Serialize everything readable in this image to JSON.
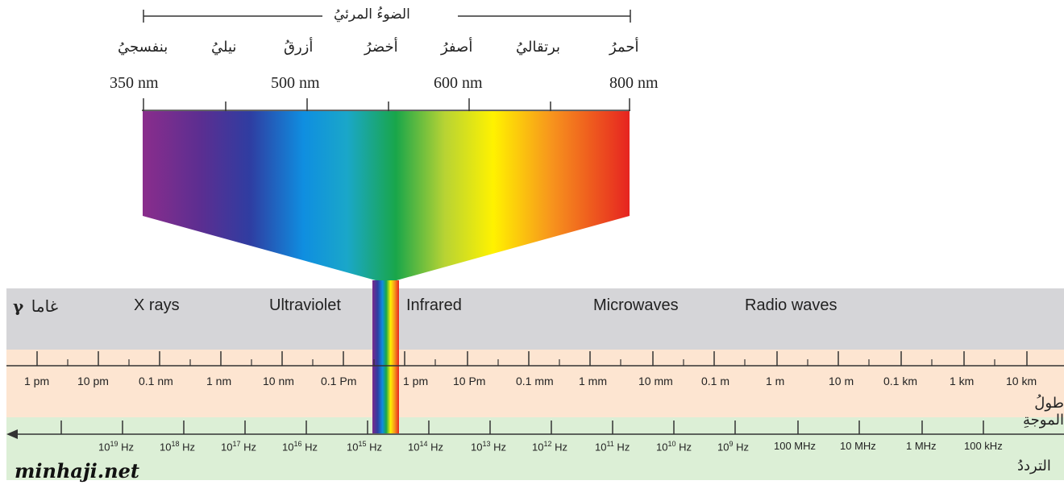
{
  "visible_light": {
    "title": "الضوءُ المرئيُ",
    "colors": [
      "أحمرُ",
      "برتقاليُ",
      "أصفرُ",
      "أخضرُ",
      "أزرقُ",
      "نيليُ",
      "بنفسجيُ"
    ],
    "wavelengths": [
      "350 nm",
      "500 nm",
      "600 nm",
      "800 nm"
    ]
  },
  "regions": {
    "gamma": "غاما",
    "gamma_symbol": "γ",
    "xrays": "X rays",
    "ultraviolet": "Ultraviolet",
    "infrared": "Infrared",
    "microwaves": "Microwaves",
    "radio": "Radio waves"
  },
  "wavelength_axis": {
    "label": "طولُ الموجةِ",
    "ticks": [
      "1 pm",
      "10 pm",
      "0.1 nm",
      "1 nm",
      "10 nm",
      "0.1 Pm",
      "1 pm",
      "10 Pm",
      "0.1 mm",
      "1 mm",
      "10 mm",
      "0.1 m",
      "1 m",
      "10 m",
      "0.1 km",
      "1 km",
      "10 km"
    ]
  },
  "frequency_axis": {
    "label": "الترددُ",
    "ticks_exp": [
      {
        "base": "10",
        "exp": "19",
        "unit": " Hz"
      },
      {
        "base": "10",
        "exp": "18",
        "unit": " Hz"
      },
      {
        "base": "10",
        "exp": "17",
        "unit": " Hz"
      },
      {
        "base": "10",
        "exp": "16",
        "unit": " Hz"
      },
      {
        "base": "10",
        "exp": "15",
        "unit": " Hz"
      },
      {
        "base": "10",
        "exp": "14",
        "unit": " Hz"
      },
      {
        "base": "10",
        "exp": "13",
        "unit": " Hz"
      },
      {
        "base": "10",
        "exp": "12",
        "unit": " Hz"
      },
      {
        "base": "10",
        "exp": "11",
        "unit": " Hz"
      },
      {
        "base": "10",
        "exp": "10",
        "unit": " Hz"
      },
      {
        "base": "10",
        "exp": "9",
        "unit": " Hz"
      }
    ],
    "ticks_plain": [
      "100 MHz",
      "10 MHz",
      "1 MHz",
      "100 kHz"
    ]
  },
  "watermark": "minhaji.net"
}
